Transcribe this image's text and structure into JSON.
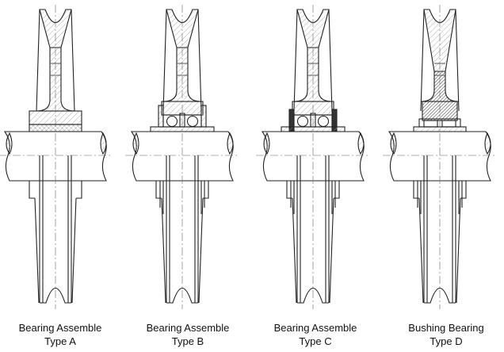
{
  "assemblies": [
    {
      "variant": "A",
      "line1": "Bearing Assemble",
      "line2": "Type A"
    },
    {
      "variant": "B",
      "line1": "Bearing Assemble",
      "line2": "Type B"
    },
    {
      "variant": "C",
      "line1": "Bearing Assemble",
      "line2": "Type C"
    },
    {
      "variant": "D",
      "line1": "Bushing Bearing",
      "line2": "Type D"
    }
  ],
  "colors": {
    "line": "#222222",
    "hatch": "#888888",
    "background": "#ffffff"
  }
}
